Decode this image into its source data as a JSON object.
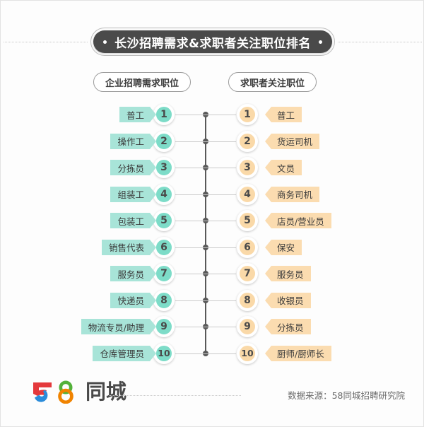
{
  "title": {
    "text": "长沙招聘需求&求职者关注职位排名",
    "bullet_icon": "dot-icon"
  },
  "columns": {
    "left_header": "企业招聘需求职位",
    "right_header": "求职者关注职位"
  },
  "chart_data": {
    "type": "table",
    "title": "长沙招聘需求&求职者关注职位排名",
    "columns": [
      "企业招聘需求职位",
      "求职者关注职位"
    ],
    "ranks": [
      1,
      2,
      3,
      4,
      5,
      6,
      7,
      8,
      9,
      10
    ],
    "series": [
      {
        "name": "企业招聘需求职位",
        "color": "#a8e4d8",
        "values": [
          "普工",
          "操作工",
          "分拣员",
          "组装工",
          "包装工",
          "销售代表",
          "服务员",
          "快递员",
          "物流专员/助理",
          "仓库管理员"
        ]
      },
      {
        "name": "求职者关注职位",
        "color": "#fbdcb0",
        "values": [
          "普工",
          "货运司机",
          "文员",
          "商务司机",
          "店员/营业员",
          "保安",
          "服务员",
          "收银员",
          "分拣员",
          "厨师/厨师长"
        ]
      }
    ]
  },
  "footer": {
    "logo_number": "58",
    "logo_text": "同城",
    "logo_colors": {
      "five_top": "#e4393c",
      "five_bottom": "#2b8cda",
      "eight_top": "#53b13a",
      "eight_bottom": "#f08300",
      "word": "#4a4a4a"
    },
    "source": "数据来源：58同城招聘研究院"
  }
}
